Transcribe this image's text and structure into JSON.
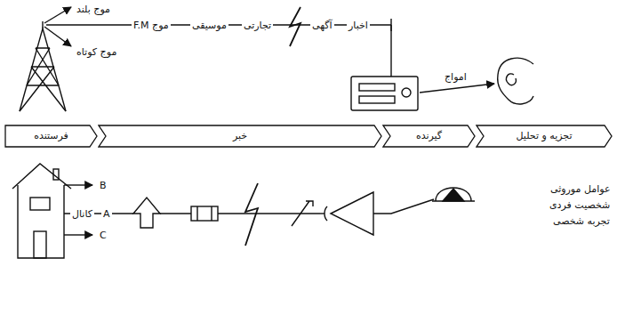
{
  "diagram": {
    "nodes": [
      {
        "text": [
          "فرستنده"
        ]
      },
      {
        "text": [
          "خبر"
        ]
      },
      {
        "text": [
          "گیرنده"
        ]
      },
      {
        "text": [
          "تجزیه و تحلیل"
        ]
      }
    ],
    "labels": [
      "موج بلند",
      "موج کوتاه",
      "موج F.M",
      "موسیقی",
      "تجارتی",
      "آگهی",
      "اخبار",
      "امواج",
      "B",
      "A",
      "کانال",
      "C",
      "عوامل موروثی",
      "شخصیت فردی",
      "تجربه شخصی"
    ]
  }
}
